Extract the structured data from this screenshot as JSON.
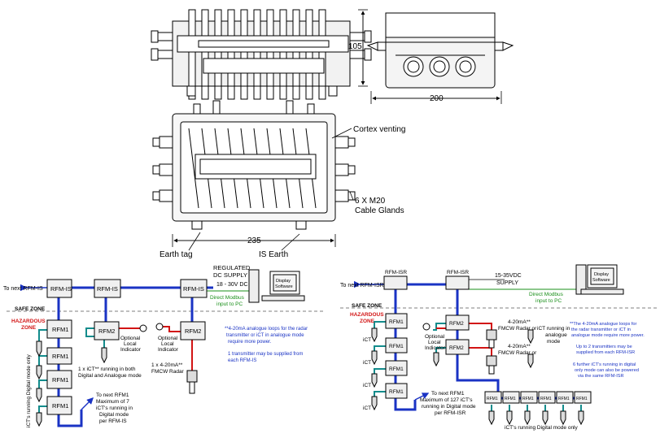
{
  "dims": {
    "height": "105",
    "width_side": "200",
    "width_top": "235"
  },
  "callouts": {
    "cortex": "Cortex venting",
    "glands_1": "6 X M20",
    "glands_2": "Cable Glands",
    "earth_tag": "Earth tag",
    "is_earth": "IS Earth"
  },
  "left": {
    "to_next_rfm_is": "To next RFM-IS",
    "rfm_is": "RFM-IS",
    "rfm1": "RFM1",
    "rfm2": "RFM2",
    "regulated_1": "REGULATED",
    "regulated_2": "DC SUPPLY",
    "regulated_3": "18 - 30V DC",
    "direct_modbus_1": "Direct Modbus",
    "direct_modbus_2": "input to PC",
    "display_1": "Display",
    "display_2": "Software",
    "safe_zone": "SAFE ZONE",
    "hazardous_1": "HAZARDOUS",
    "hazardous_2": "ZONE",
    "optional_1": "Optional",
    "optional_2": "Local",
    "optional_3": "Indicator",
    "ict_vertical": "iCT's running Digital mode only",
    "one_ict_1": "1 x iCT** running in both",
    "one_ict_2": "Digital and Analogue mode",
    "fmcw_1": "1 x 4-20mA**",
    "fmcw_2": "FMCW Radar",
    "note_1": "**4-20mA analogue loops for the radar",
    "note_2": "transmitter or iCT in analogue mode",
    "note_3": "require more power.",
    "note_4": "1 transmitter may be supplied from",
    "note_5": "each RFM-IS",
    "next_rfm1_1": "To next RFM1",
    "next_rfm1_2": "Maximum of 7",
    "next_rfm1_3": "iCT's running in",
    "next_rfm1_4": "Digital mode",
    "next_rfm1_5": "per RFM-IS"
  },
  "right": {
    "to_next_rfm_isr": "To next RFM-ISR",
    "rfm_isr": "RFM-ISR",
    "rfm1": "RFM1",
    "rfm2": "RFM2",
    "supply_1": "15-35VDC",
    "supply_2": "SUPPLY",
    "direct_modbus_1": "Direct Modbus",
    "direct_modbus_2": "input to PC",
    "display_1": "Display",
    "display_2": "Software",
    "safe_zone": "SAFE ZONE",
    "hazardous_1": "HAZARDOUS",
    "hazardous_2": "ZONE",
    "optional_1": "Optional",
    "optional_2": "Local",
    "optional_3": "Indicator",
    "ict": "iCT",
    "fmcw_a1": "4-20mA**",
    "fmcw_a2": "FMCW Radar or",
    "fmcw_b1": "4-20mA**",
    "fmcw_b2": "FMCW Radar or",
    "ict_analogue_1": "iCT running in",
    "ict_analogue_2": "analogue",
    "ict_analogue_3": "mode",
    "note_1": "**The 4-20mA analogue loops for",
    "note_2": "the radar transmitter or iCT in",
    "note_3": "analogue mode require more power.",
    "note_4": "Up to 2 transmitters may be",
    "note_5": "supplied from each RFM-ISR",
    "note_6": "6 further iCT's running in digital",
    "note_7": "only mode can also be powered",
    "note_8": "via the same RFM-ISR",
    "next_rfm1_1": "To next RFM1",
    "next_rfm1_2": "Maximum of 127 iCT's",
    "next_rfm1_3": "running in Digital mode",
    "next_rfm1_4": "per RFM-ISR",
    "ict_digital_only": "iCT's running Digital mode only"
  }
}
